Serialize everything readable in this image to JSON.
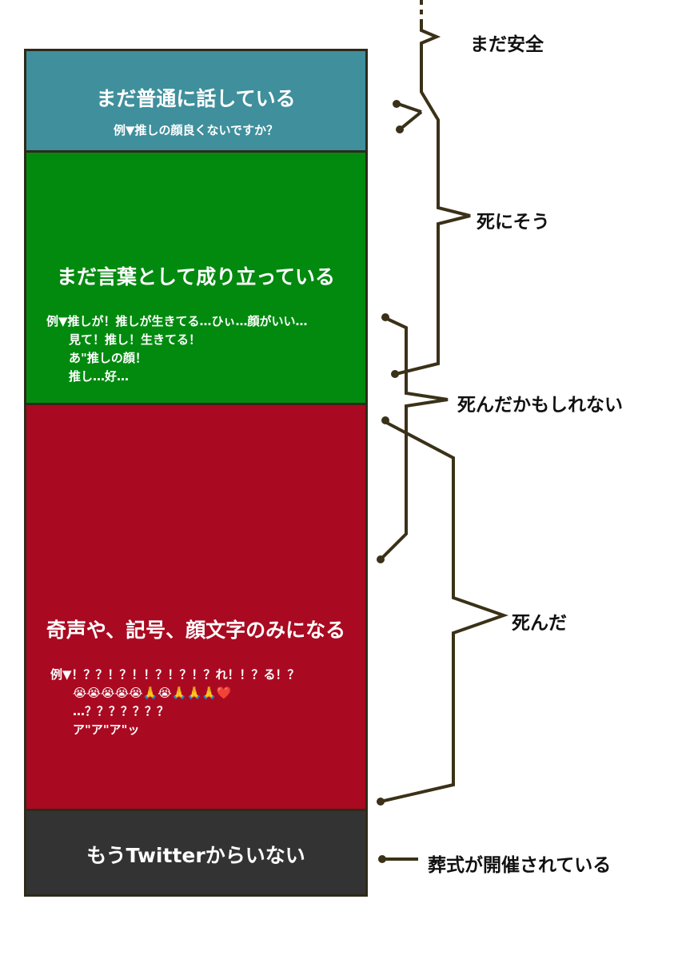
{
  "bands": [
    {
      "title": "まだ普通に話している",
      "example": [
        "例▼推しの顔良くないですか？"
      ],
      "color": "#3f8f9c"
    },
    {
      "title": "まだ言葉として成り立っている",
      "example": [
        "例▼推しが！推しが生きてる…ひぃ…顔がいい…",
        "見て！推し！生きてる！",
        "あ\"推しの顔！",
        "推し…好…"
      ],
      "color": "#028a0f"
    },
    {
      "title": "奇声や、記号、顔文字のみになる",
      "example": [
        "例▼！？？！？！！？！？！？れ！！？る！？",
        "😭😭😭😭😭🙏😭🙏🙏🙏❤️",
        "…？？？？？？？",
        "ア\"ア\"ア\"ッ"
      ],
      "color": "#aa0a21"
    },
    {
      "title": "もうTwitterからいない",
      "example": [],
      "color": "#333333"
    }
  ],
  "labels": [
    "まだ安全",
    "死にそう",
    "死んだかもしれない",
    "死んだ",
    "葬式が開催されている"
  ],
  "line_color": "#3a3118"
}
